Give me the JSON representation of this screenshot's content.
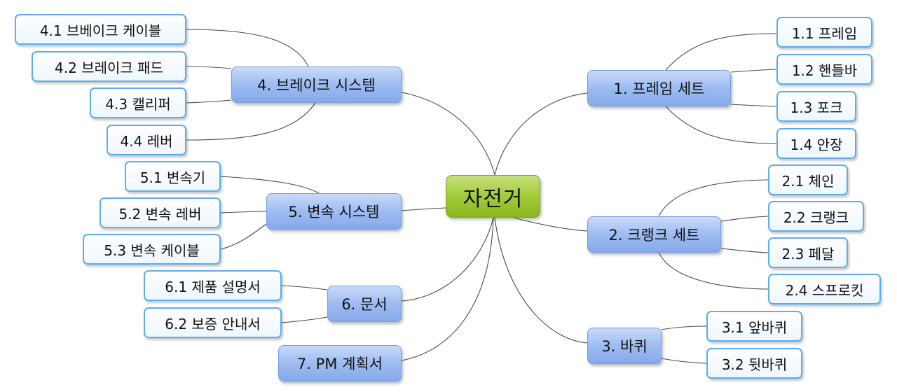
{
  "root": {
    "label": "자전거"
  },
  "branches": [
    {
      "label": "1. 프레임 세트",
      "children": [
        "1.1 프레임",
        "1.2 핸들바",
        "1.3 포크",
        "1.4 안장"
      ]
    },
    {
      "label": "2. 크랭크 세트",
      "children": [
        "2.1 체인",
        "2.2 크랭크",
        "2.3 페달",
        "2.4 스프로킷"
      ]
    },
    {
      "label": "3. 바퀴",
      "children": [
        "3.1 앞바퀴",
        "3.2 뒷바퀴"
      ]
    },
    {
      "label": "4. 브레이크 시스템",
      "children": [
        "4.1 브베이크 케이블",
        "4.2 브레이크 패드",
        "4.3 캘리퍼",
        "4.4 레버"
      ]
    },
    {
      "label": "5. 변속 시스템",
      "children": [
        "5.1 변속기",
        "5.2 변속 레버",
        "5.3 변속 케이블"
      ]
    },
    {
      "label": "6. 문서",
      "children": [
        "6.1 제품 설명서",
        "6.2 보증 안내서"
      ]
    },
    {
      "label": "7. PM 계획서",
      "children": []
    }
  ],
  "colors": {
    "root_fill": "#a7cd3c",
    "branch_fill": "#9dbcf2",
    "leaf_border": "#5aaef0",
    "connector": "#4a4a4a"
  }
}
